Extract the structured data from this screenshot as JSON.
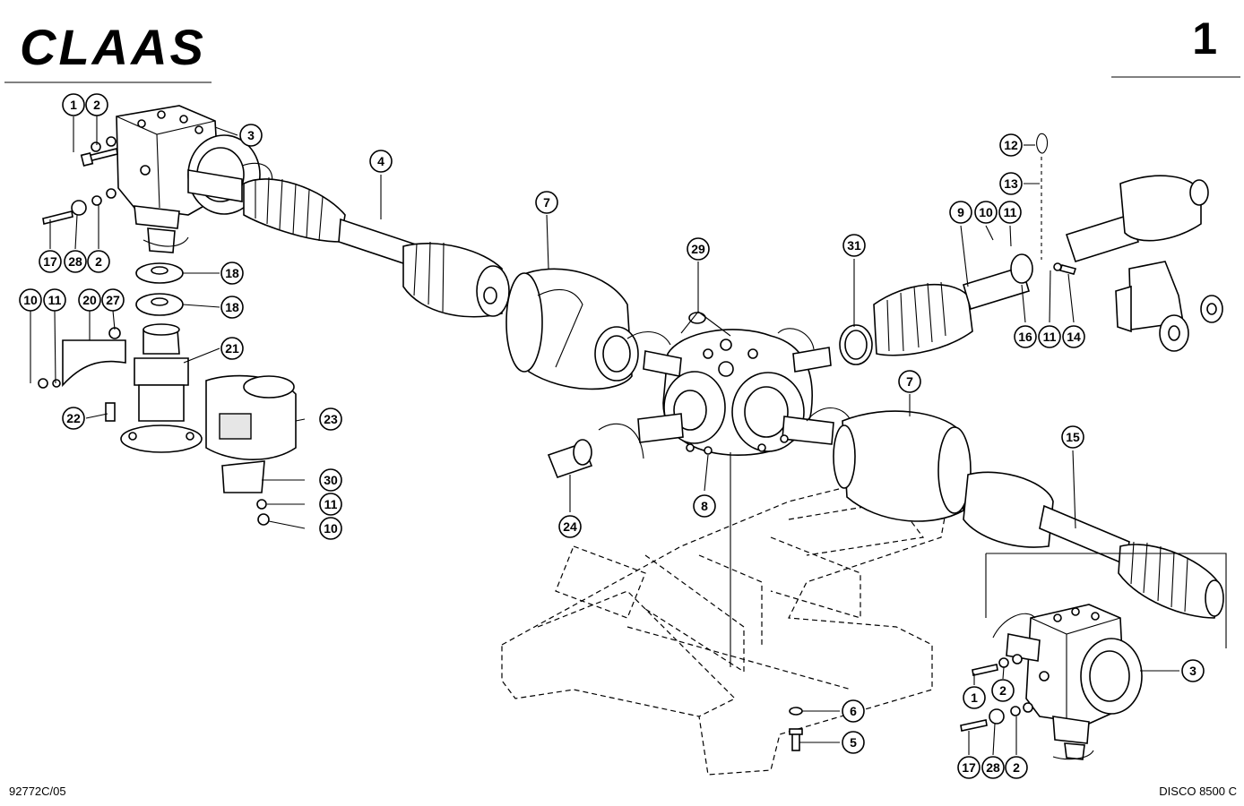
{
  "header": {
    "brand": "CLAAS",
    "page_number": "1"
  },
  "footer": {
    "drawing_id": "92772C/05",
    "model": "DISCO 8500 C"
  },
  "callouts": {
    "c1a": "1",
    "c2a": "2",
    "c3a": "3",
    "c4": "4",
    "c17a": "17",
    "c28a": "28",
    "c2b": "2",
    "c18a": "18",
    "c18b": "18",
    "c10a": "10",
    "c11a": "11",
    "c20": "20",
    "c27": "27",
    "c21": "21",
    "c22": "22",
    "c23": "23",
    "c30": "30",
    "c11b": "11",
    "c10b": "10",
    "c7a": "7",
    "c29": "29",
    "c8": "8",
    "c24": "24",
    "c31": "31",
    "c9": "9",
    "c10c": "10",
    "c11c": "11",
    "c12": "12",
    "c13": "13",
    "c16": "16",
    "c11d": "11",
    "c14": "14",
    "c7b": "7",
    "c15": "15",
    "c6": "6",
    "c5": "5",
    "c3b": "3",
    "c1b": "1",
    "c2c": "2",
    "c17b": "17",
    "c28b": "28",
    "c2d": "2"
  }
}
